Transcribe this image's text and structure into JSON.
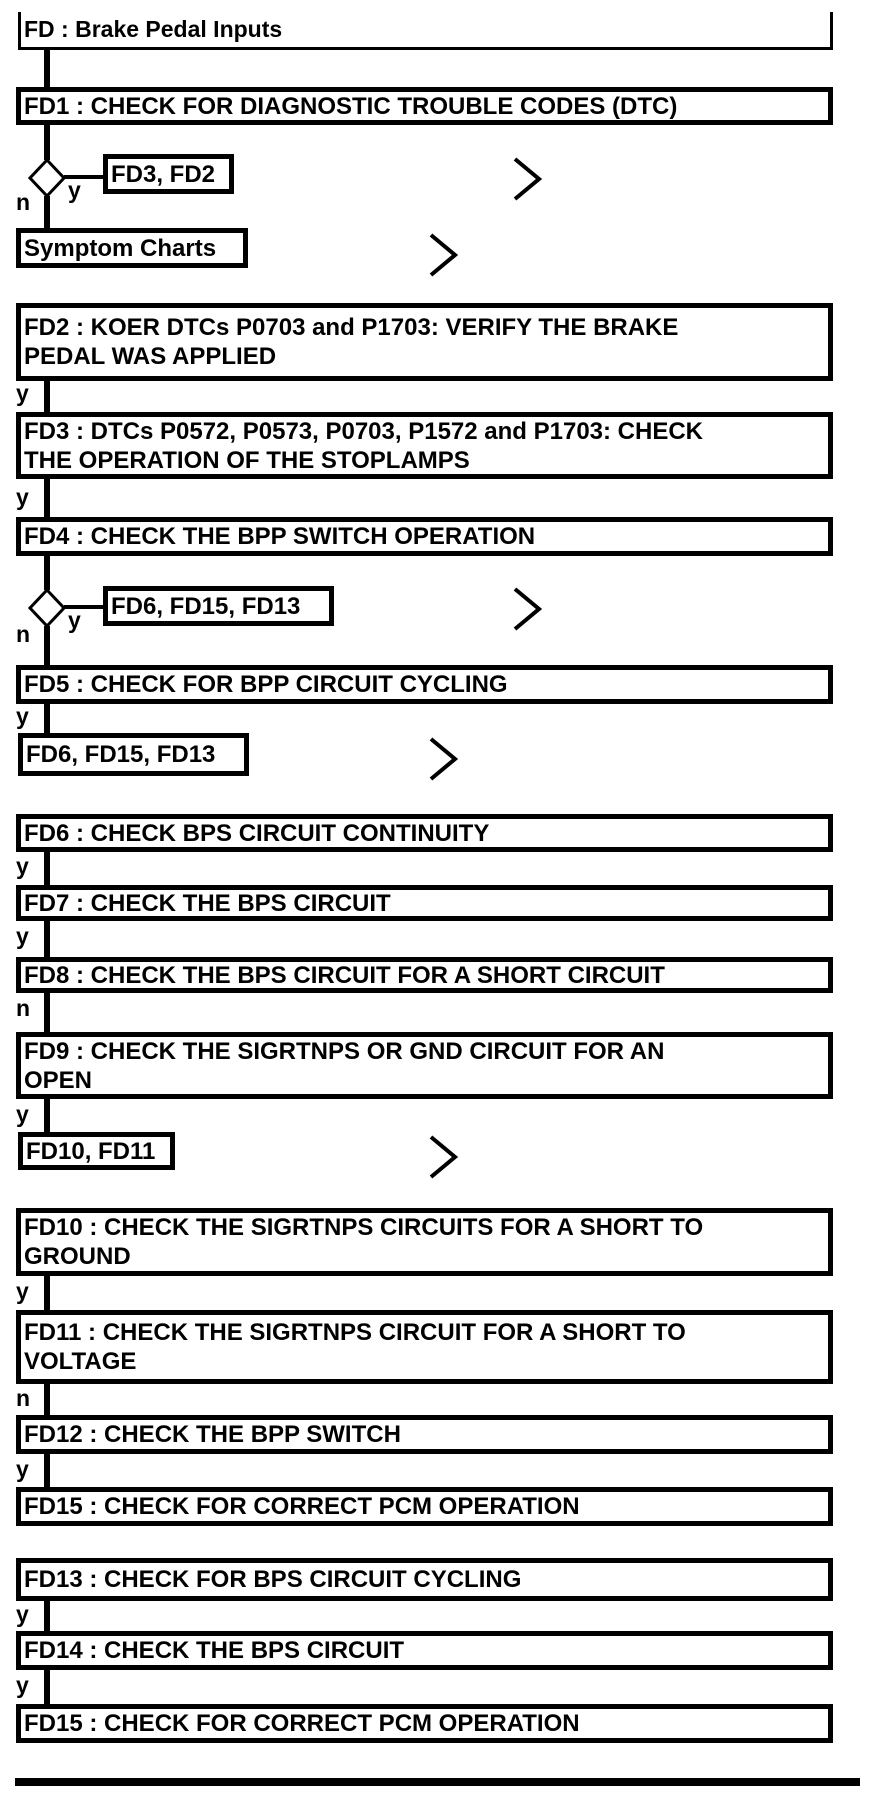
{
  "diagram": {
    "title": "FD : Brake Pedal Inputs",
    "nodes": {
      "fd1": "FD1 : CHECK FOR DIAGNOSTIC TROUBLE CODES (DTC)",
      "fd2": "FD2 : KOER DTCs P0703 and P1703: VERIFY THE BRAKE\nPEDAL WAS APPLIED",
      "fd3": "FD3 : DTCs P0572, P0573, P0703, P1572 and P1703: CHECK\nTHE OPERATION OF THE STOPLAMPS",
      "fd4": "FD4 : CHECK THE BPP SWITCH OPERATION",
      "fd5": "FD5 : CHECK FOR BPP CIRCUIT CYCLING",
      "fd6": "FD6 : CHECK BPS CIRCUIT CONTINUITY",
      "fd7": "FD7 : CHECK THE BPS CIRCUIT",
      "fd8": "FD8 : CHECK THE BPS CIRCUIT FOR A SHORT CIRCUIT",
      "fd9": "FD9 : CHECK THE SIGRTNPS OR GND CIRCUIT FOR AN\nOPEN",
      "fd10": "FD10 : CHECK THE SIGRTNPS CIRCUITS FOR A SHORT TO\nGROUND",
      "fd11": "FD11 : CHECK THE SIGRTNPS CIRCUIT FOR A SHORT TO\nVOLTAGE",
      "fd12": "FD12 : CHECK THE BPP SWITCH",
      "fd13": "FD13 : CHECK FOR BPS CIRCUIT CYCLING",
      "fd14": "FD14 : CHECK THE BPS CIRCUIT",
      "fd15a": "FD15 : CHECK FOR CORRECT PCM OPERATION",
      "fd15b": "FD15 : CHECK FOR CORRECT PCM OPERATION"
    },
    "links": {
      "fd3_fd2": "FD3, FD2",
      "symptom_charts": "Symptom Charts",
      "fd6_fd15_fd13_a": "FD6, FD15, FD13",
      "fd6_fd15_fd13_b": "FD6, FD15, FD13",
      "fd10_fd11": "FD10, FD11"
    },
    "branch_labels": {
      "yes": "y",
      "no": "n"
    },
    "colors": {
      "line": "#000000",
      "background": "#ffffff"
    }
  }
}
